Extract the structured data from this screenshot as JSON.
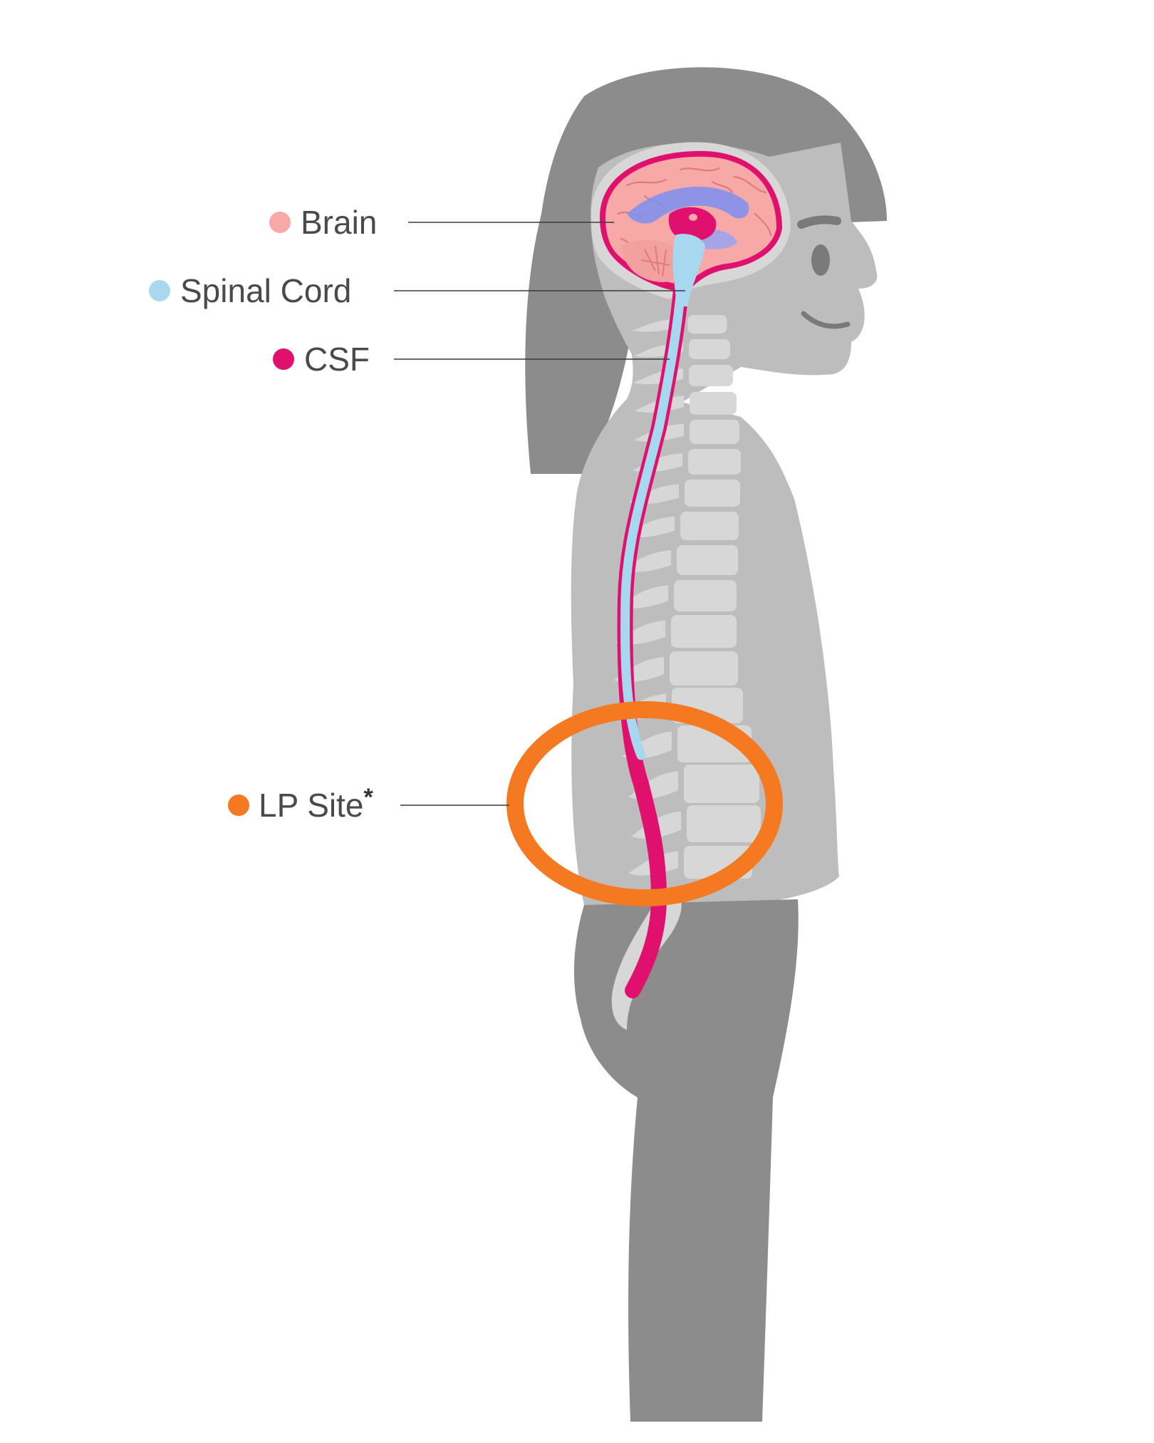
{
  "labels": {
    "brain": "Brain",
    "spinal_cord": "Spinal Cord",
    "csf": "CSF",
    "lp_site": "LP Site",
    "lp_site_marker": "*"
  },
  "colors": {
    "brain": "#f7a9a8",
    "spinal_cord": "#a8d8f0",
    "csf": "#e0116e",
    "lp_site": "#f47920",
    "hair": "#8c8c8c",
    "skin": "#bdbdbd",
    "bone": "#d7d7d7",
    "ventricle": "#7b8ff0"
  }
}
